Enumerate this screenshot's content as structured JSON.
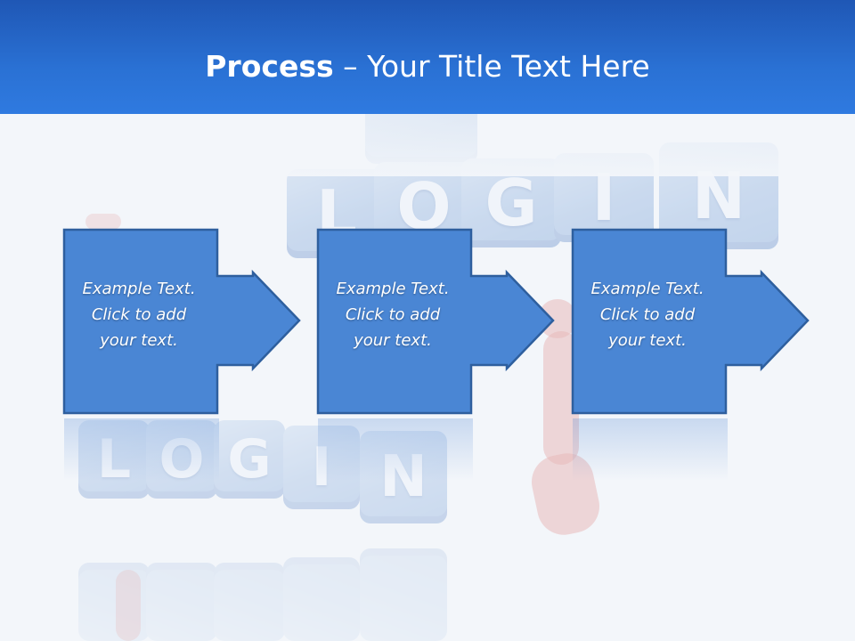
{
  "slide": {
    "title_bold": "Process",
    "title_rest": " – Your Title Text Here"
  },
  "background": {
    "upper_letters": [
      "L",
      "O",
      "G",
      "I",
      "N"
    ],
    "lower_letters": [
      "L",
      "O",
      "G",
      "I",
      "N"
    ]
  },
  "steps": [
    {
      "line1": "Example Text.",
      "line2": "Click  to add",
      "line3": "your text."
    },
    {
      "line1": "Example Text.",
      "line2": "Click  to add",
      "line3": "your text."
    },
    {
      "line1": "Example Text.",
      "line2": "Click  to add",
      "line3": "your text."
    }
  ],
  "colors": {
    "header": "#2a71d4",
    "box_fill": "#4a86d4",
    "box_stroke": "#2e5f9e",
    "title_text": "#ffffff",
    "body_text": "#ffffff"
  }
}
